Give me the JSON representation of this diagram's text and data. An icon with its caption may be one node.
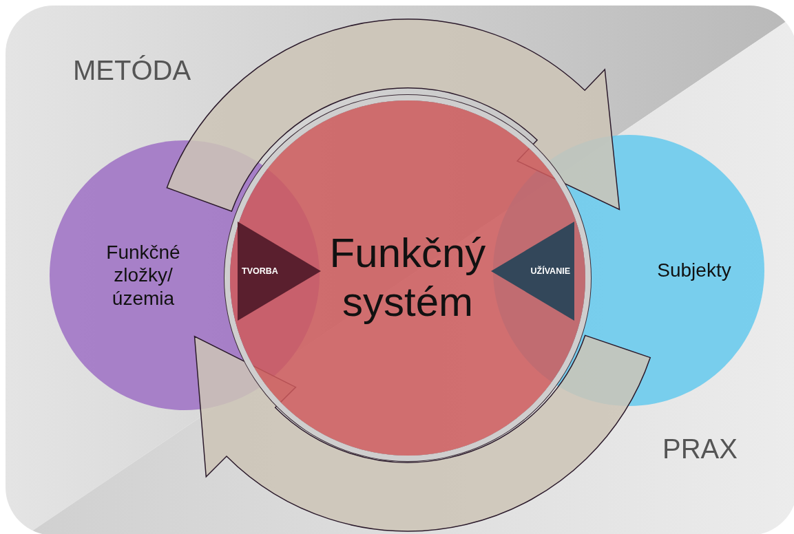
{
  "diagram": {
    "nodes": [
      {
        "text": [
          "Funkčné zložky/ územia"
        ]
      },
      {
        "text": [
          "TVORBA"
        ]
      },
      {
        "text": [
          "Funkčný systém"
        ]
      },
      {
        "text": [
          "UŽÍVANIE"
        ]
      },
      {
        "text": [
          "Subjekty"
        ]
      }
    ],
    "edges": [
      {
        "from": 0,
        "to": 4,
        "arrow": "to"
      },
      {
        "from": 4,
        "to": 0,
        "arrow": "to"
      }
    ],
    "labels": [
      "METÓDA",
      "PRAX"
    ]
  }
}
